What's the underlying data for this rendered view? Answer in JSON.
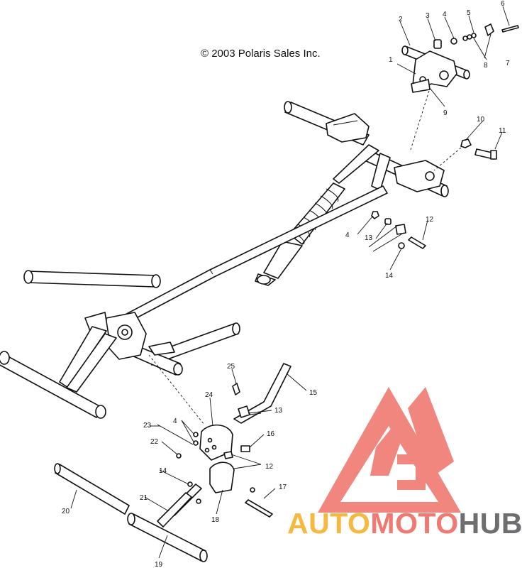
{
  "copyright": "© 2003 Polaris Sales Inc.",
  "watermark": {
    "part1": "AUTO",
    "part2": "MOTO",
    "part3": "HUB",
    "colors": {
      "logo": "#f07a72",
      "auto": "#f5b942",
      "moto": "#f07a72",
      "hub": "#6d6e70"
    }
  },
  "callouts": {
    "c1": "1",
    "c2": "2",
    "c3": "3",
    "c4a": "4",
    "c5": "5",
    "c6": "6",
    "c7": "7",
    "c8": "8",
    "c9": "9",
    "c10": "10",
    "c11": "11",
    "c12a": "12",
    "c4b": "4",
    "c13a": "13",
    "c14a": "14",
    "c15": "15",
    "c25": "25",
    "c13b": "13",
    "c24": "24",
    "c4c": "4",
    "c23": "23",
    "c16": "16",
    "c22": "22",
    "c12b": "12",
    "c14b": "14",
    "c17": "17",
    "c20": "20",
    "c21": "21",
    "c18": "18",
    "c19": "19"
  }
}
